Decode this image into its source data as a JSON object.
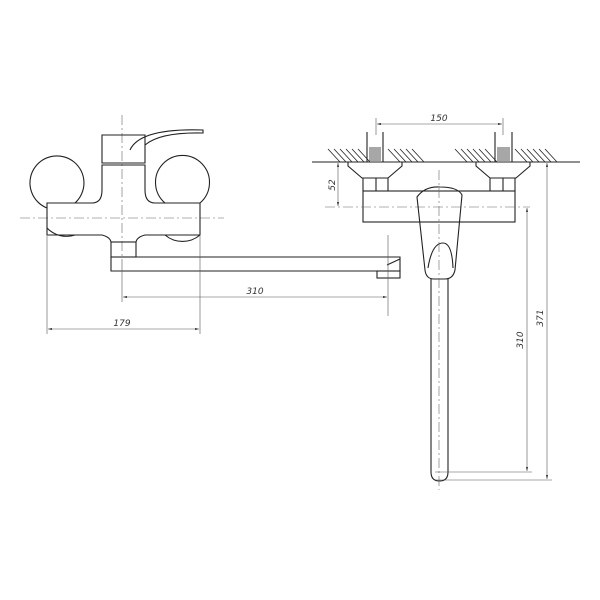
{
  "drawing": {
    "title": "Wall-mounted single-lever mixer technical drawing",
    "front_view": {
      "spout_reach_label": "310",
      "body_width_label": "179"
    },
    "side_view": {
      "inlet_spacing_label": "150",
      "wall_offset_label": "52",
      "spout_length_label": "310",
      "total_height_label": "371"
    },
    "line_color": "#222222"
  }
}
